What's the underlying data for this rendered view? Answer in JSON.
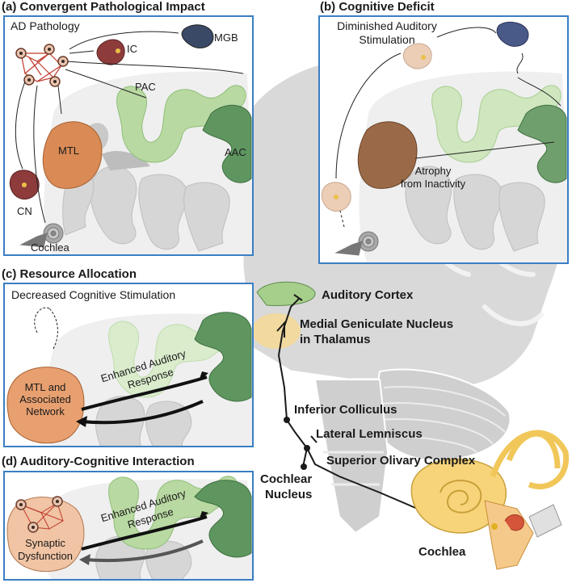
{
  "panels": {
    "a": {
      "title": "(a) Convergent Pathological Impact",
      "ad_pathology": "AD Pathology",
      "ic": "IC",
      "mgb": "MGB",
      "pac": "PAC",
      "mtl": "MTL",
      "aac": "AAC",
      "cn": "CN",
      "cochlea": "Cochlea"
    },
    "b": {
      "title": "(b) Cognitive Deficit",
      "diminished_line1": "Diminished Auditory",
      "diminished_line2": "Stimulation",
      "atrophy_line1": "Atrophy",
      "atrophy_line2": "from Inactivity"
    },
    "c": {
      "title": "(c) Resource Allocation",
      "decreased": "Decreased Cognitive Stimulation",
      "mtl_line1": "MTL and",
      "mtl_line2": "Associated",
      "mtl_line3": "Network",
      "enhanced_line1": "Enhanced Auditory",
      "enhanced_line2": "Response"
    },
    "d": {
      "title": "(d) Auditory-Cognitive Interaction",
      "synaptic_line1": "Synaptic",
      "synaptic_line2": "Dysfunction",
      "enhanced_line1": "Enhanced Auditory",
      "enhanced_line2": "Response"
    }
  },
  "pathway": {
    "auditory_cortex": "Auditory Cortex",
    "mgn_line1": "Medial Geniculate Nucleus",
    "mgn_line2": "in Thalamus",
    "inferior_colliculus": "Inferior Colliculus",
    "lateral_lemniscus": "Lateral Lemniscus",
    "superior_olivary": "Superior Olivary Complex",
    "cochlear_line1": "Cochlear",
    "cochlear_line2": "Nucleus",
    "cochlea": "Cochlea"
  },
  "colors": {
    "panel_border": "#3a7ec4",
    "cortex_light": "#b7d7a0",
    "cortex_dark": "#5f9660",
    "mtl": "#d68a55",
    "brain_gray": "#d4d4d4",
    "cochlea_yellow": "#f5d77a",
    "plaque_red": "#c0392b"
  }
}
